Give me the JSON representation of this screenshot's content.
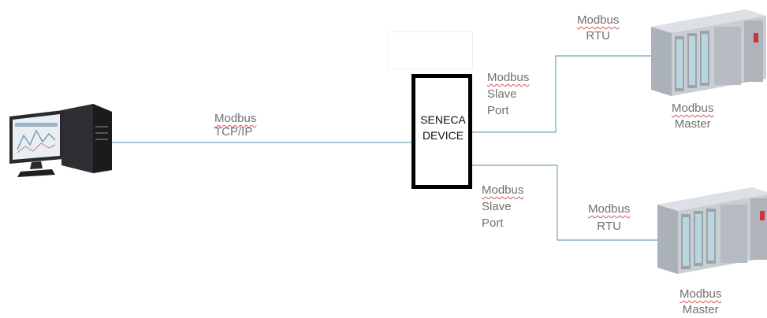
{
  "colors": {
    "line": "#6ea6b8",
    "box_border": "#000000",
    "label_text": "#707070",
    "spellcheck_underline": "#e05050"
  },
  "icons": {
    "computer": "desktop-computer-icon",
    "plc_top": "plc-rack-icon",
    "plc_bottom": "plc-rack-icon"
  },
  "device": {
    "line1": "SENECA",
    "line2": "DEVICE"
  },
  "labels": {
    "tcp": {
      "line1": "Modbus",
      "line2": "TCP/IP"
    },
    "slave_top": {
      "line1": "Modbus",
      "line2": "Slave",
      "line3": "Port"
    },
    "slave_bottom": {
      "line1": "Modbus",
      "line2": "Slave",
      "line3": "Port"
    },
    "rtu_top": {
      "line1": "Modbus",
      "line2": "RTU"
    },
    "rtu_bottom": {
      "line1": "Modbus",
      "line2": "RTU"
    },
    "master_top": {
      "line1": "Modbus",
      "line2": "Master"
    },
    "master_bottom": {
      "line1": "Modbus",
      "line2": "Master"
    }
  }
}
